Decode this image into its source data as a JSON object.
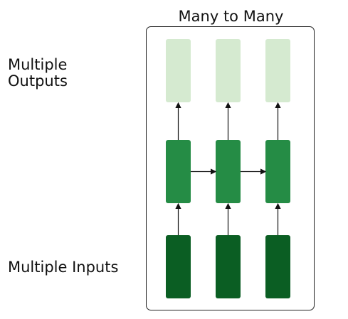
{
  "diagram": {
    "title": "Many to Many",
    "outputs_label": "Multiple\nOutputs",
    "inputs_label": "Multiple Inputs",
    "colors": {
      "output": "#d5ead0",
      "hidden": "#258c45",
      "input": "#0b5e23",
      "arrow": "#111111"
    },
    "columns": 3
  }
}
